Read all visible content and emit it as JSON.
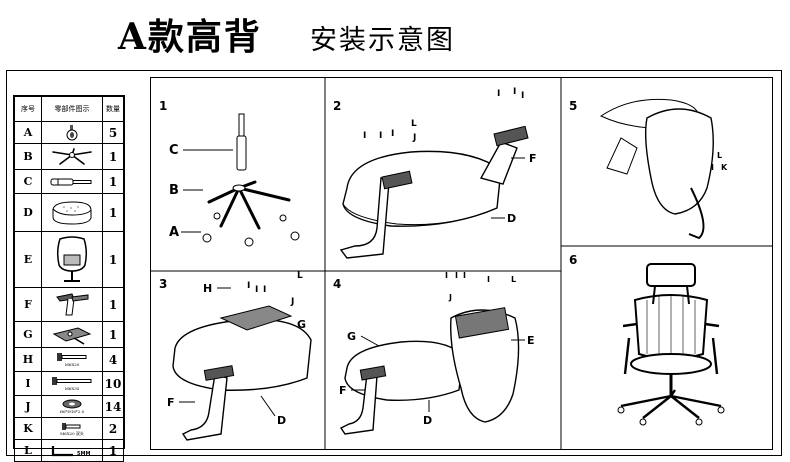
{
  "header": {
    "title": "A款高背",
    "subtitle": "安装示意图"
  },
  "parts_table": {
    "headers": [
      "序号",
      "零部件图示",
      "数量"
    ],
    "rows": [
      {
        "id": "A",
        "qty": "5",
        "caption": "",
        "icon": "caster-icon"
      },
      {
        "id": "B",
        "qty": "1",
        "caption": "",
        "icon": "five-star-base-icon"
      },
      {
        "id": "C",
        "qty": "1",
        "caption": "",
        "icon": "gas-lift-icon"
      },
      {
        "id": "D",
        "qty": "1",
        "caption": "",
        "icon": "seat-cushion-icon"
      },
      {
        "id": "E",
        "qty": "1",
        "caption": "",
        "icon": "backrest-icon"
      },
      {
        "id": "F",
        "qty": "1",
        "caption": "",
        "icon": "armrest-icon"
      },
      {
        "id": "G",
        "qty": "1",
        "caption": "",
        "icon": "seat-mechanism-icon"
      },
      {
        "id": "H",
        "qty": "4",
        "caption": "M6X20",
        "icon": "bolt-icon"
      },
      {
        "id": "I",
        "qty": "10",
        "caption": "M6X35",
        "icon": "long-bolt-icon"
      },
      {
        "id": "J",
        "qty": "14",
        "caption": "Ø6*Ø16*2.0",
        "icon": "washer-icon"
      },
      {
        "id": "K",
        "qty": "2",
        "caption": "M6X20 双头",
        "icon": "short-bolt-icon"
      },
      {
        "id": "L",
        "qty": "1",
        "caption": "5MM",
        "icon": "allen-key-icon"
      }
    ]
  },
  "steps": [
    {
      "number": "1",
      "labels": [
        "C",
        "B",
        "A"
      ]
    },
    {
      "number": "2",
      "labels": [
        "I",
        "I",
        "I",
        "J",
        "L",
        "I",
        "I",
        "I",
        "F",
        "D"
      ]
    },
    {
      "number": "5",
      "labels": [
        "L",
        "I",
        "K"
      ]
    },
    {
      "number": "3",
      "labels": [
        "H",
        "I",
        "I",
        "I",
        "J",
        "L",
        "G",
        "F",
        "D"
      ]
    },
    {
      "number": "4",
      "labels": [
        "I",
        "I",
        "I",
        "I",
        "L",
        "J",
        "G",
        "E",
        "F",
        "D"
      ]
    },
    {
      "number": "6",
      "labels": []
    }
  ]
}
